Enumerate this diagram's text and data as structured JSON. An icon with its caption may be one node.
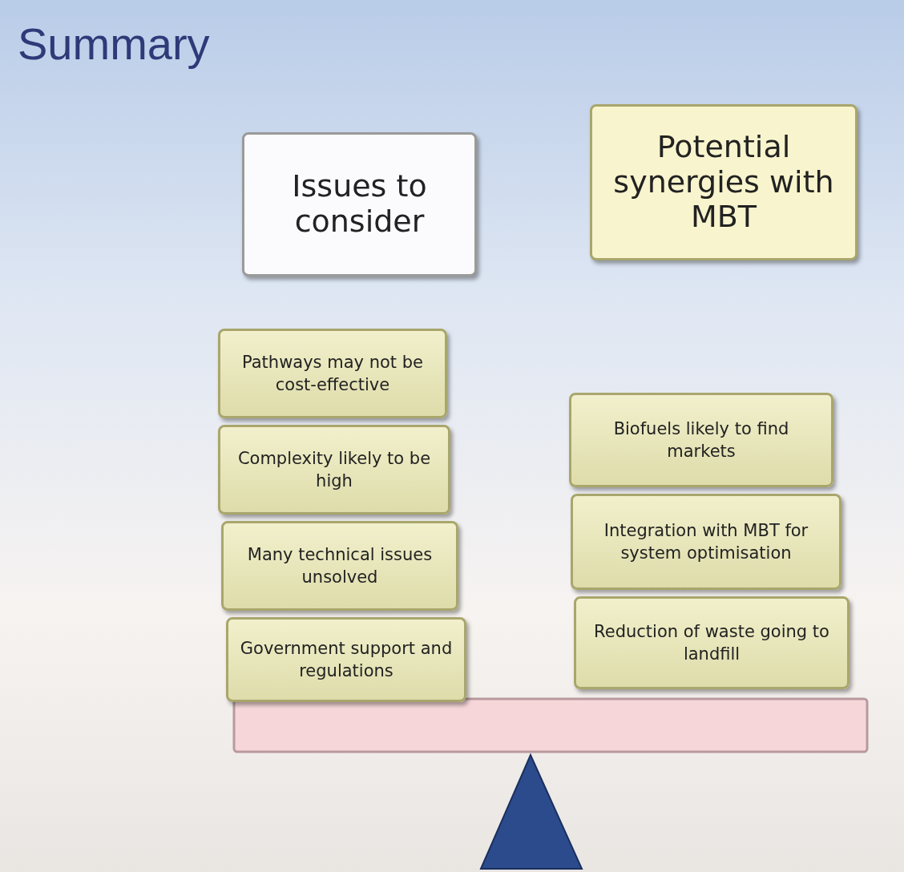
{
  "diagram": {
    "title": "Summary",
    "nodes": [
      {
        "text": [
          "Issues to consider"
        ]
      },
      {
        "text": [
          "Potential synergies with MBT"
        ]
      },
      {
        "text": [
          "Pathways may not be cost-effective"
        ]
      },
      {
        "text": [
          "Complexity likely to be high"
        ]
      },
      {
        "text": [
          "Many technical issues unsolved"
        ]
      },
      {
        "text": [
          "Government support and regulations"
        ]
      },
      {
        "text": [
          "Biofuels likely to find markets"
        ]
      },
      {
        "text": [
          "Integration with MBT for system optimisation"
        ]
      },
      {
        "text": [
          "Reduction of waste going to landfill"
        ]
      }
    ],
    "edges": []
  }
}
